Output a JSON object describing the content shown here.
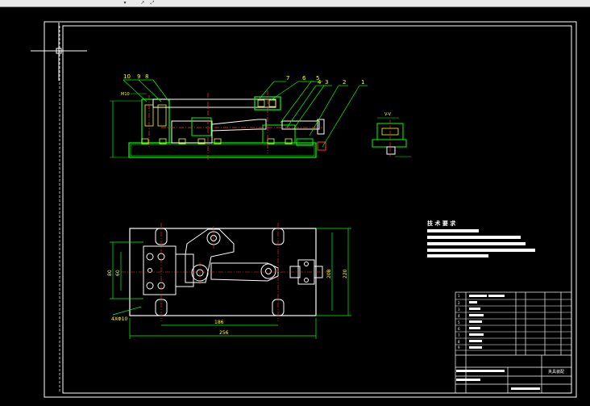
{
  "toolbar": {
    "dropdown_icon": "chevron-down-icon",
    "tool_icons": [
      "arrow-icon",
      "expand-icon"
    ]
  },
  "colors": {
    "background": "#000000",
    "frame": "#ffffff",
    "geometry": "#ffffff",
    "dimension": "#00ff00",
    "center": "#ff3333",
    "highlight": "#ffff00"
  },
  "drawing": {
    "part_labels": [
      "10",
      "9",
      "8",
      "7",
      "6",
      "5",
      "4",
      "3",
      "2",
      "1"
    ],
    "top_left_tag": "M10",
    "section_tag": "V-V",
    "dimensions": {
      "width_main": "186",
      "width_total": "256",
      "height_inner": "208",
      "height_total": "220",
      "hole_note": "4XΦ10",
      "left_a": "80",
      "left_b": "60"
    },
    "tech_title": "技 术 要 求",
    "tech_notes": [
      "1.",
      "2.",
      "3.",
      "4."
    ]
  },
  "title_block": {
    "rows": [
      "1",
      "2",
      "3",
      "4",
      "5",
      "6",
      "7",
      "8",
      "9"
    ],
    "name_cell": "夹具装配"
  }
}
